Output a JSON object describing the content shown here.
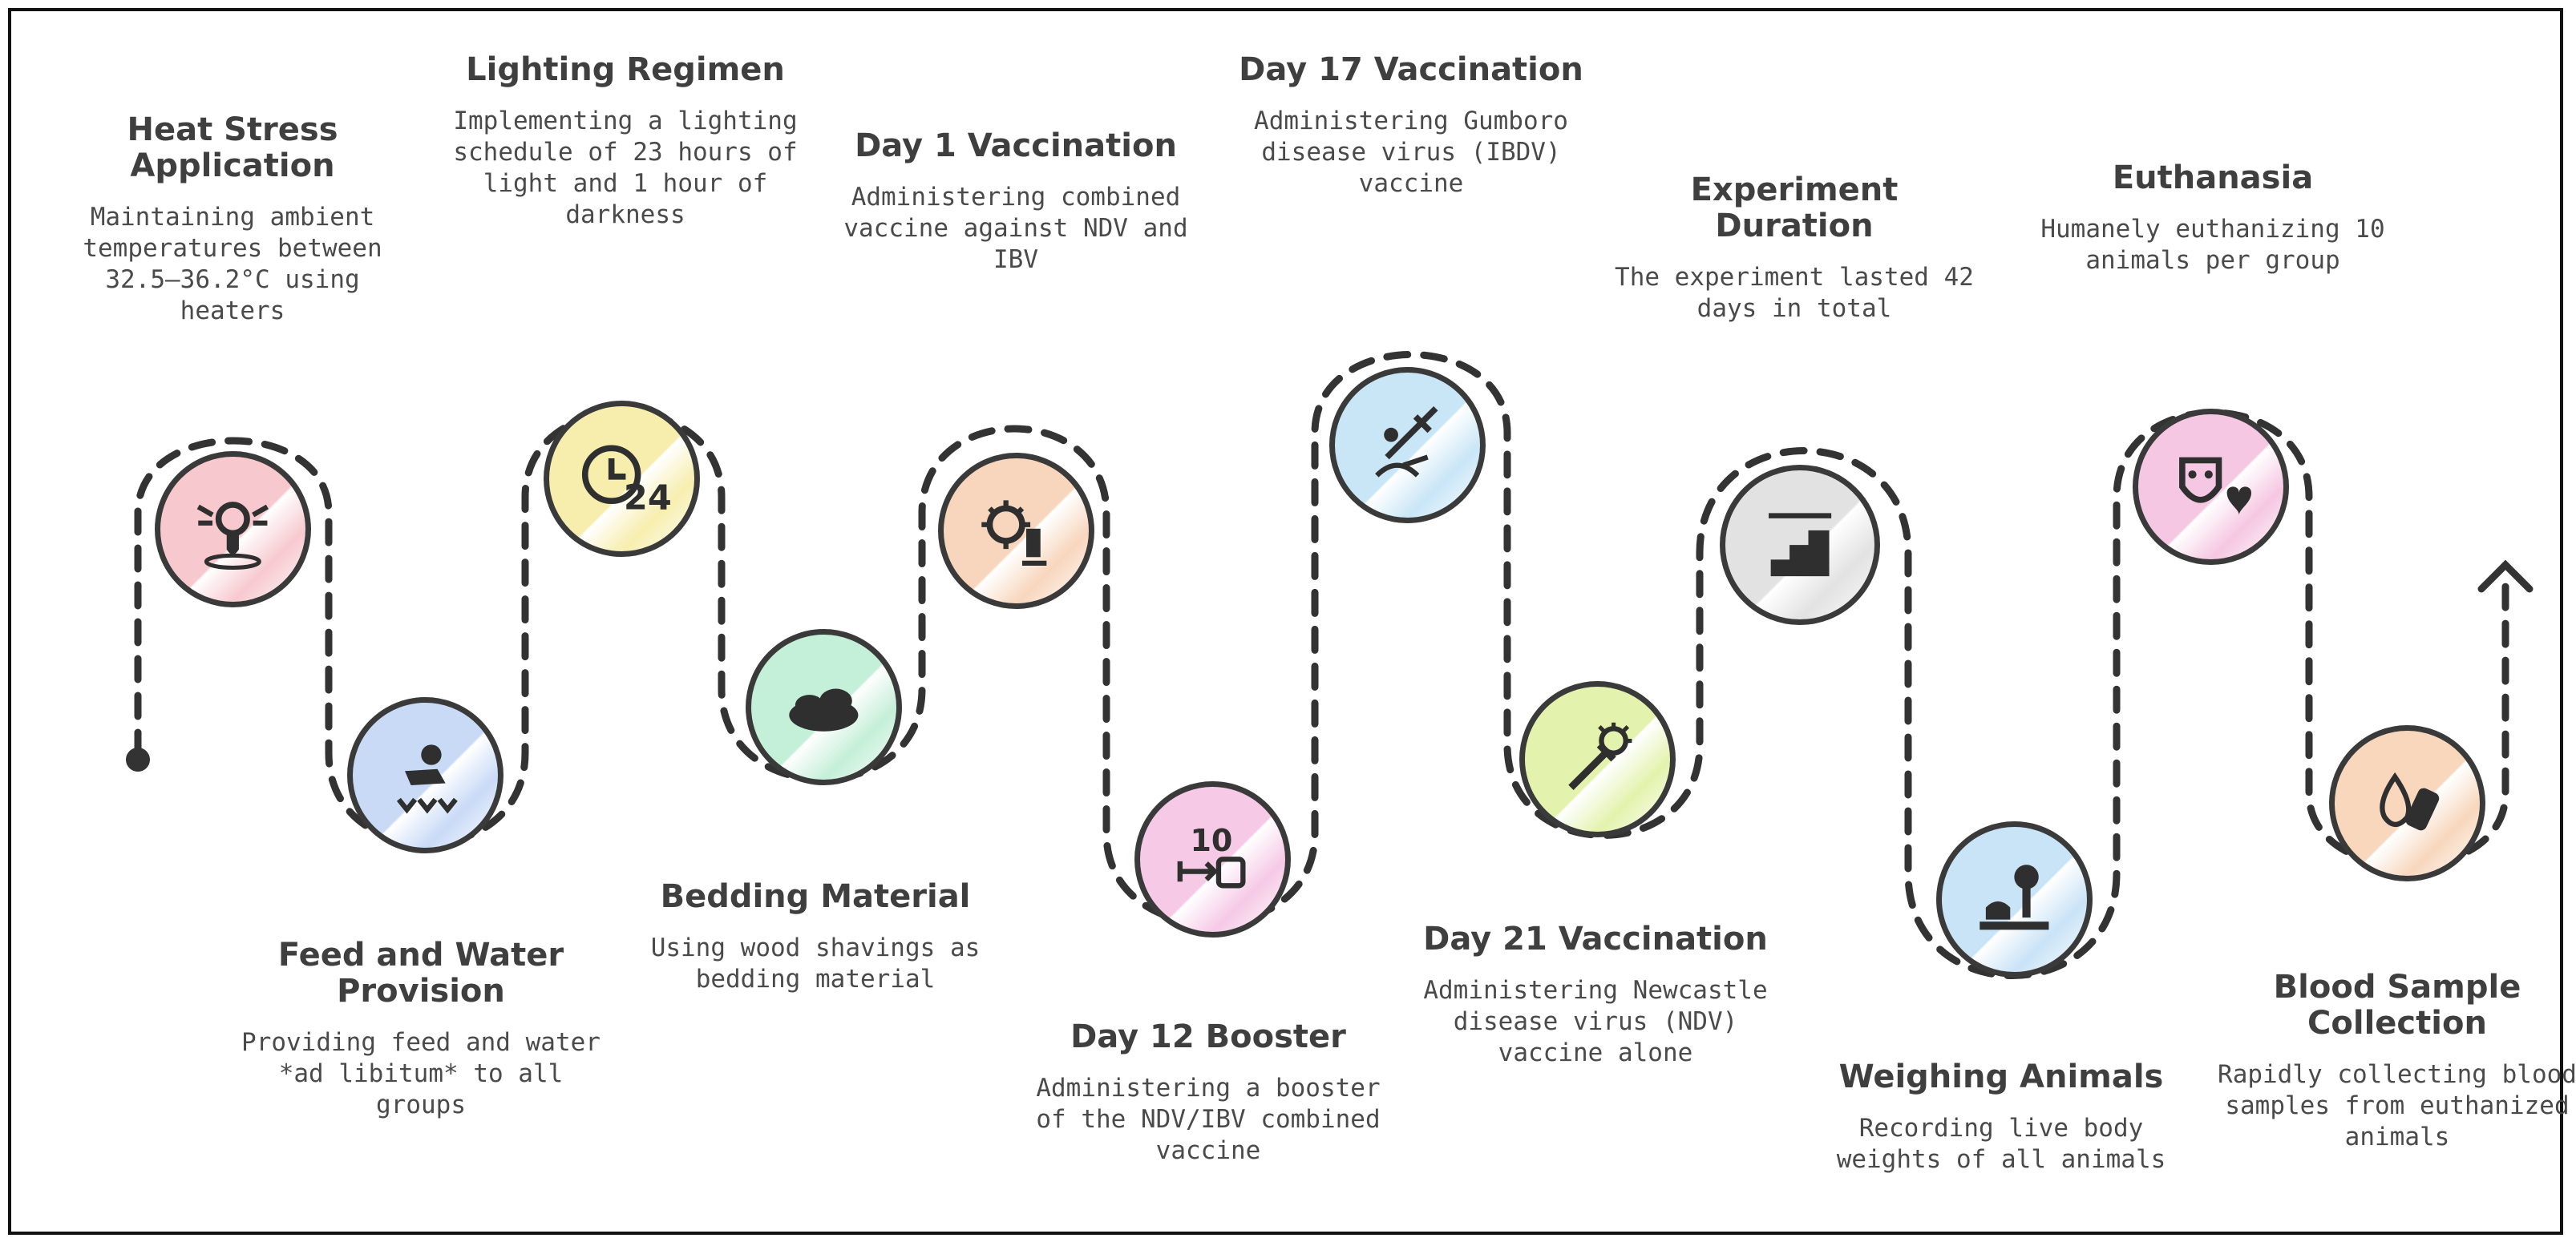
{
  "steps": [
    {
      "title": "Heat Stress Application",
      "desc": "Maintaining ambient temperatures between 32.5–36.2°C using heaters",
      "icon": "thermometer-sun-icon",
      "color": "#f7c9cf"
    },
    {
      "title": "Feed and Water Provision",
      "desc": "Providing feed and water *ad libitum* to all groups",
      "icon": "feeding-chick-icon",
      "color": "#c9daf7"
    },
    {
      "title": "Lighting Regimen",
      "desc": "Implementing a lighting schedule of 23 hours of light and 1 hour of darkness",
      "icon": "clock-24-icon",
      "color": "#f7eeae"
    },
    {
      "title": "Bedding Material",
      "desc": "Using wood shavings as bedding material",
      "icon": "bedding-icon",
      "color": "#c4efd8"
    },
    {
      "title": "Day 1 Vaccination",
      "desc": "Administering combined vaccine against NDV and IBV",
      "icon": "virus-syringe-icon",
      "color": "#f8d6bd"
    },
    {
      "title": "Day 12 Booster",
      "desc": "Administering a booster of the NDV/IBV combined vaccine",
      "icon": "booster-counter-icon",
      "color": "#f6c9e6"
    },
    {
      "title": "Day 17 Vaccination",
      "desc": "Administering Gumboro disease virus (IBDV) vaccine",
      "icon": "syringe-hands-icon",
      "color": "#c9e6f7"
    },
    {
      "title": "Day 21 Vaccination",
      "desc": "Administering Newcastle disease virus (NDV) vaccine alone",
      "icon": "vaccine-virus-icon",
      "color": "#e3f3ad"
    },
    {
      "title": "Experiment Duration",
      "desc": "The experiment lasted 42 days in total",
      "icon": "stairs-progress-icon",
      "color": "#e2e2e2"
    },
    {
      "title": "Weighing Animals",
      "desc": "Recording live body weights of all animals",
      "icon": "scale-icon",
      "color": "#c9e3f7"
    },
    {
      "title": "Euthanasia",
      "desc": "Humanely euthanizing 10 animals per group",
      "icon": "mask-heart-icon",
      "color": "#f6c7e2"
    },
    {
      "title": "Blood Sample Collection",
      "desc": "Rapidly collecting blood samples from euthanized animals",
      "icon": "blood-sample-icon",
      "color": "#f8d7bd"
    }
  ],
  "colors": {
    "path": "#333333",
    "node_border": "#3a3a3a",
    "icon_stroke": "#2f2f2f"
  }
}
